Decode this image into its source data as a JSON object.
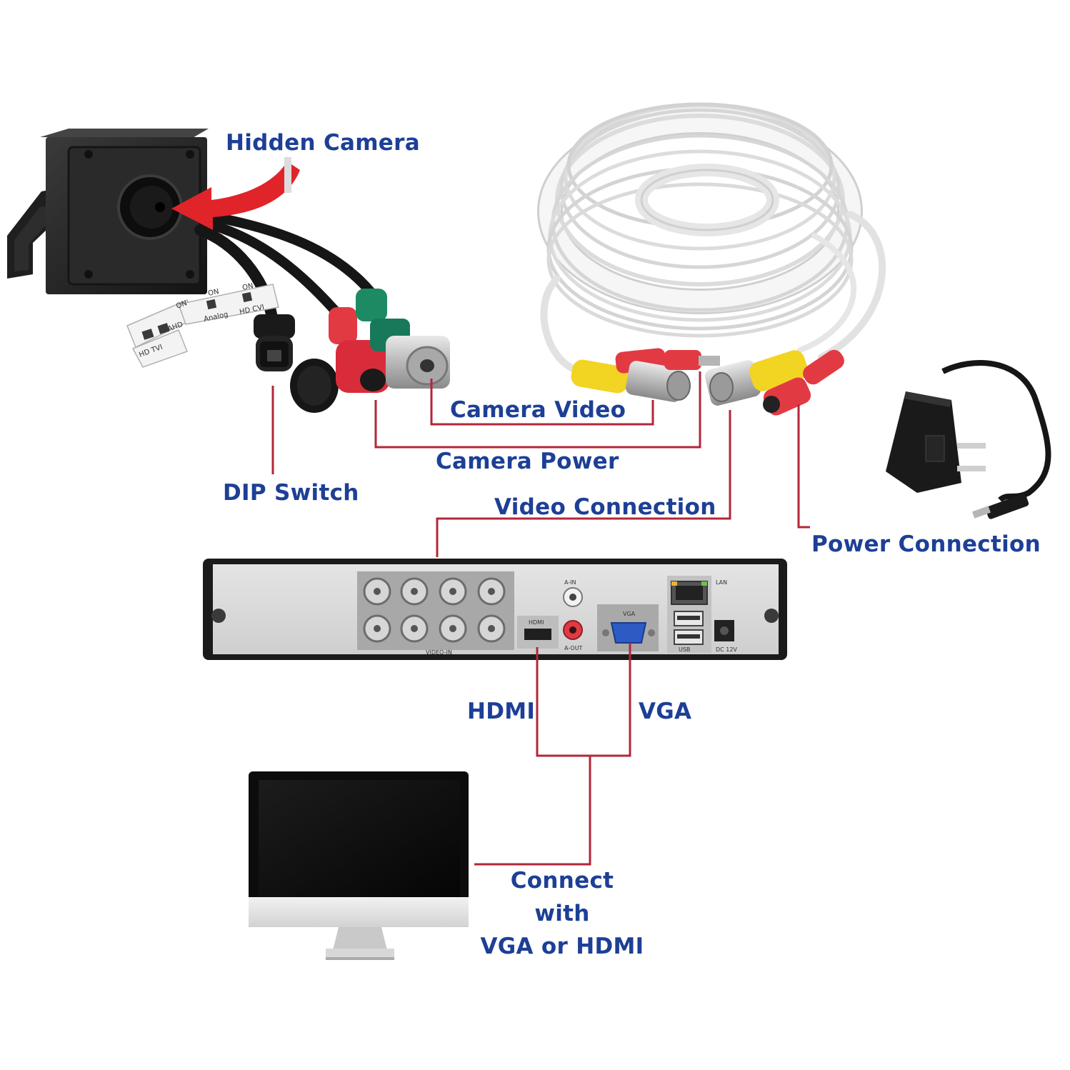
{
  "labels": {
    "hidden_camera": "Hidden Camera",
    "camera_video": "Camera Video",
    "camera_power": "Camera Power",
    "dip_switch": "DIP Switch",
    "video_connection": "Video Connection",
    "power_connection": "Power Connection",
    "hdmi": "HDMI",
    "vga": "VGA",
    "connect_line1": "Connect with",
    "connect_line2": "VGA or HDMI"
  },
  "dip_tags": [
    "HD TVI",
    "AHD",
    "Analog",
    "HD CVI"
  ],
  "dip_tag_on": "ON",
  "dvr_port_labels": {
    "lan": "LAN",
    "vga": "VGA",
    "audio_in": "A-IN",
    "audio_out": "A-OUT",
    "hdmi": "HDMI",
    "video_in": "VIDEO-IN",
    "usb": "USB",
    "dc": "DC 12V"
  },
  "colors": {
    "label_text": "#1d3f96",
    "connector_line": "#b3263a",
    "arrow": "#e0242a",
    "yellow_plug": "#f2d422",
    "red_plug": "#e23a43",
    "green_plug": "#1e8a63"
  }
}
